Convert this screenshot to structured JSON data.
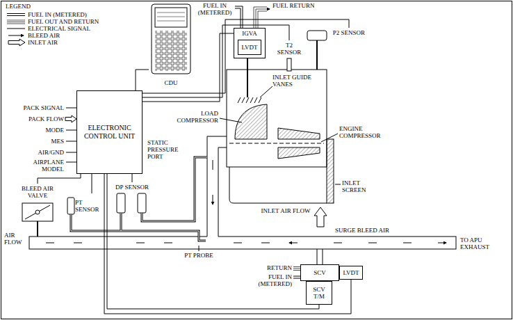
{
  "diagram": {
    "nodes": [
      {
        "text": [
          "CDU"
        ]
      },
      {
        "text": [
          "ELECTRONIC CONTROL UNIT"
        ]
      },
      {
        "text": [
          "BLEED AIR VALVE"
        ]
      },
      {
        "text": [
          "PT SENSOR"
        ]
      },
      {
        "text": [
          "DP SENSOR"
        ]
      },
      {
        "text": [
          "IGVA"
        ]
      },
      {
        "text": [
          "LVDT"
        ],
        "in": 5
      },
      {
        "text": [
          "T2 SENSOR"
        ]
      },
      {
        "text": [
          "P2 SENSOR"
        ]
      },
      {
        "text": [
          "SCV"
        ]
      },
      {
        "text": [
          "LVDT"
        ]
      },
      {
        "text": [
          "SCV T/M"
        ]
      }
    ],
    "edges": [
      {
        "from": 1,
        "to": 0,
        "arrow": "none"
      },
      {
        "from": 1,
        "to": 5,
        "arrow": "none"
      },
      {
        "from": 1,
        "to": 7,
        "arrow": "none"
      },
      {
        "from": 1,
        "to": 8,
        "arrow": "none"
      },
      {
        "from": 1,
        "to": 2,
        "arrow": "none"
      },
      {
        "from": 1,
        "to": 3,
        "arrow": "none"
      },
      {
        "from": 1,
        "to": 4,
        "arrow": "none"
      },
      {
        "from": 1,
        "to": 11,
        "arrow": "none"
      },
      {
        "from": 1,
        "to": 10,
        "arrow": "none"
      }
    ],
    "labels": [
      "LEGEND",
      "PACK SIGNAL",
      "PACK FLOW",
      "MODE",
      "MES",
      "AIR/GND",
      "AIRPLANE MODEL",
      "FUEL IN (METERED)",
      "FUEL RETURN",
      "LOAD COMPRESSOR",
      "INLET GUIDE VANES",
      "ENGINE COMPRESSOR",
      "STATIC PRESSURE PORT",
      "INLET SCREEN",
      "INLET AIR FLOW",
      "PT PROBE",
      "SURGE BLEED AIR",
      "TO APU EXHAUST",
      "AIR FLOW",
      "RETURN",
      "FUEL IN (METERED)"
    ],
    "legend": [
      {
        "text": "FUEL IN (METERED)"
      },
      {
        "text": "FUEL OUT AND RETURN"
      },
      {
        "text": "ELECTRICAL SIGNAL"
      },
      {
        "text": "BLEED AIR"
      },
      {
        "text": "INLET AIR"
      }
    ]
  }
}
